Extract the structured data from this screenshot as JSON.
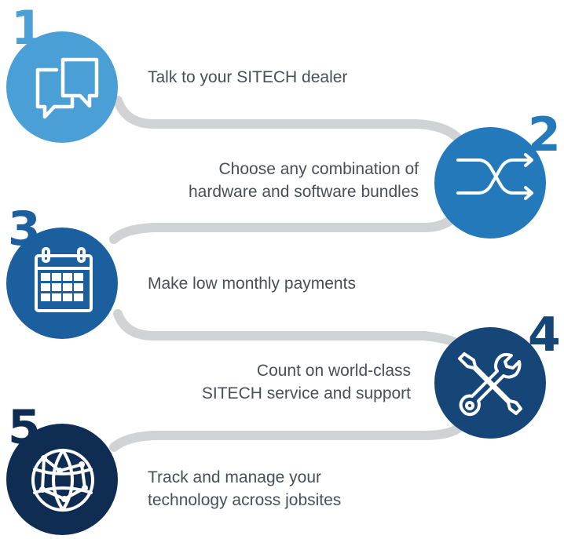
{
  "steps": [
    {
      "number": "1",
      "icon": "chat-bubbles-icon",
      "color": "#4a9fd6",
      "lines": [
        "Talk to your SITECH dealer"
      ]
    },
    {
      "number": "2",
      "icon": "shuffle-arrows-icon",
      "color": "#2479bb",
      "lines": [
        "Choose any combination of",
        "hardware and software bundles"
      ]
    },
    {
      "number": "3",
      "icon": "calendar-icon",
      "color": "#1c5f9e",
      "lines": [
        "Make low monthly payments"
      ]
    },
    {
      "number": "4",
      "icon": "tools-icon",
      "color": "#164678",
      "lines": [
        "Count on world-class",
        "SITECH service and support"
      ]
    },
    {
      "number": "5",
      "icon": "globe-network-icon",
      "color": "#0f2d52",
      "lines": [
        "Track and manage your",
        "technology across jobsites"
      ]
    }
  ],
  "connector_color": "#d0d2d3"
}
